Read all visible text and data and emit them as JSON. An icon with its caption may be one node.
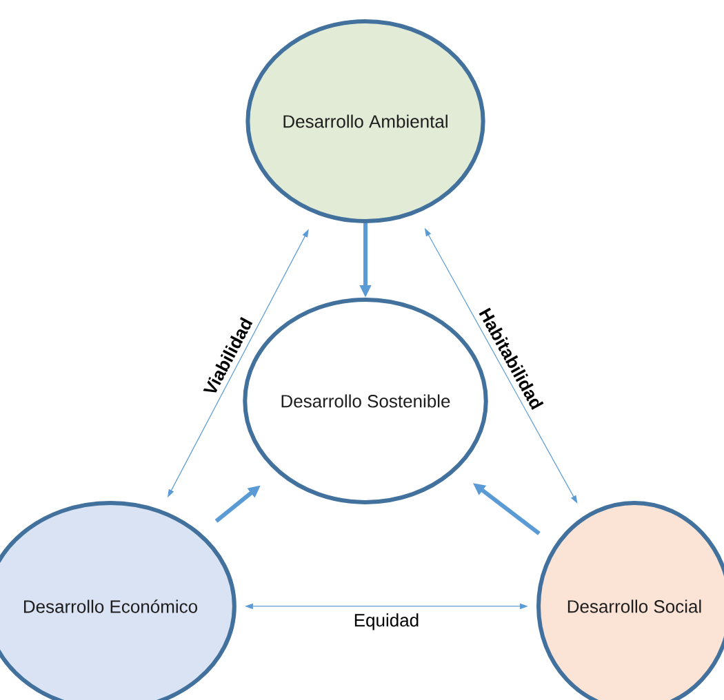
{
  "diagram": {
    "nodes": [
      {
        "text": [
          "Desarrollo Ambiental"
        ]
      },
      {
        "text": [
          "Desarrollo Sostenible"
        ]
      },
      {
        "text": [
          "Desarrollo Económico"
        ]
      },
      {
        "text": [
          "Desarrollo Social"
        ]
      }
    ],
    "edges": [
      {
        "from": 0,
        "to": 1,
        "arrow": "to",
        "style": "thick"
      },
      {
        "from": 2,
        "to": 1,
        "arrow": "to",
        "style": "thick"
      },
      {
        "from": 3,
        "to": 1,
        "arrow": "to",
        "style": "thick"
      },
      {
        "from": 2,
        "to": 0,
        "arrow": "both",
        "label": "Viabilidad"
      },
      {
        "from": 0,
        "to": 3,
        "arrow": "both",
        "label": "Habitabilidad"
      },
      {
        "from": 2,
        "to": 3,
        "arrow": "both",
        "label": "Equidad"
      }
    ]
  }
}
